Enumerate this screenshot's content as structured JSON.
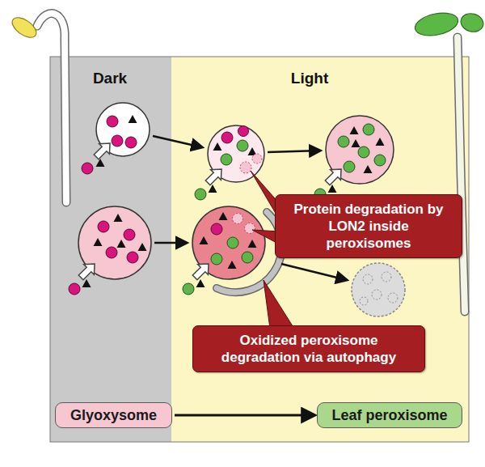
{
  "diagram": {
    "nodes": [
      {
        "text": [
          "Protein degradation by LON2 inside peroxisomes"
        ]
      },
      {
        "text": [
          "Oxidized peroxisome degradation via autophagy"
        ]
      },
      {
        "text": [
          "Glyoxysome"
        ]
      },
      {
        "text": [
          "Leaf peroxisome"
        ]
      }
    ],
    "edges": [
      {
        "from": 2,
        "to": 3,
        "arrow": "to"
      }
    ],
    "labels": [
      "Dark",
      "Light"
    ]
  }
}
